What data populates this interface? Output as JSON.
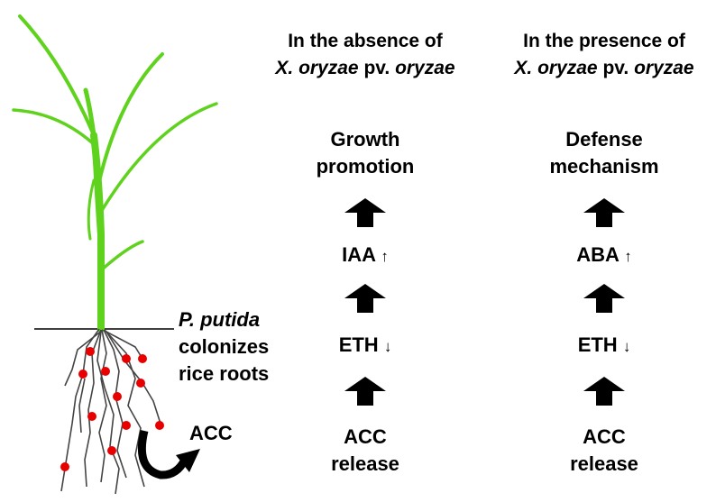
{
  "left_column": {
    "header_line1": "In the absence of",
    "header_line2_italic_a": "X. oryzae",
    "header_line2_mid": " pv. ",
    "header_line2_italic_b": "oryzae",
    "outcome_line1": "Growth",
    "outcome_line2": "promotion",
    "hormone": "IAA",
    "hormone_change": "↑",
    "eth": "ETH",
    "eth_change": "↓",
    "source_line1": "ACC",
    "source_line2": "release"
  },
  "right_column": {
    "header_line1": "In the presence of",
    "header_line2_italic_a": "X. oryzae",
    "header_line2_mid": " pv. ",
    "header_line2_italic_b": "oryzae",
    "outcome_line1": "Defense",
    "outcome_line2": "mechanism",
    "hormone": "ABA",
    "hormone_change": "↑",
    "eth": "ETH",
    "eth_change": "↓",
    "source_line1": "ACC",
    "source_line2": "release"
  },
  "plant_labels": {
    "bacterium_italic": "P. putida",
    "line2": "colonizes",
    "line3": "rice roots",
    "acc_label": "ACC"
  },
  "colors": {
    "leaf": "#5fd21e",
    "root": "#444444",
    "nodule": "#e80000",
    "arrow": "#000000"
  },
  "icons": {
    "flow_arrow": "up-arrow-icon",
    "curved_arrow": "curved-arrow-icon"
  }
}
